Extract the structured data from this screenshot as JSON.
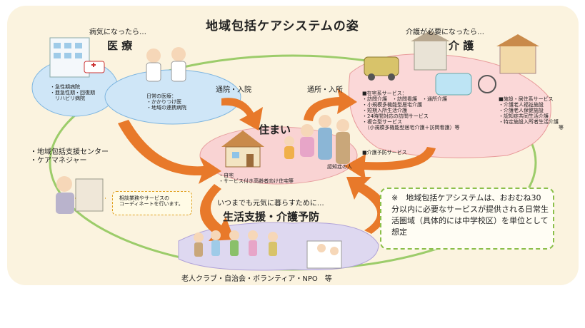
{
  "title": "地域包括ケアシステムの姿",
  "medical": {
    "intro": "病気になったら…",
    "heading": "医 療",
    "hospital_list": [
      "・急性期病院",
      "・亜急性期・回復期",
      "　リハビリ病院"
    ],
    "daily_label": "日常の医療：",
    "daily_list": [
      "・かかりつけ医",
      "・地域の連携病院"
    ]
  },
  "care": {
    "intro": "介護が必要になったら…",
    "heading": "介 護",
    "home_heading": "■在宅系サービス：",
    "home_list": [
      "・訪問介護　・訪問看護　・通所介護",
      "・小規模多機能型居宅介護",
      "・短期入所生活介護",
      "・24時間対応の訪問サービス",
      "・複合型サービス",
      "　（小規模多機能型居宅介護＋訪問看護）等"
    ],
    "prevention_service": "■介護予防サービス",
    "facility_heading": "■施設・居住系サービス",
    "facility_list": [
      "・介護老人福祉施設",
      "・介護老人保健施設",
      "・認知症共同生活介護",
      "・特定施設入所者生活介護",
      "　　　　　　　　　　　　等"
    ]
  },
  "arrows": {
    "medical": "通院・入院",
    "care": "通所・入所"
  },
  "home": {
    "heading": "住まい",
    "list": [
      "・自宅",
      "・サービス付き高齢者向け住宅等"
    ],
    "dementia_label": "認知症の人"
  },
  "support_center": {
    "lines": [
      "・地域包括支援センター",
      "・ケアマネジャー"
    ],
    "bubble": [
      "相談業務やサービスの",
      "コーディネートを行います。"
    ]
  },
  "living": {
    "intro": "いつまでも元気に暮らすために…",
    "heading": "生活支援・介護予防",
    "footer": "老人クラブ・自治会・ボランティア・NPO　等"
  },
  "note": "※　地域包括ケアシステムは、おおむね30分以内に必要なサービスが提供される日常生活圏域（具体的には中学校区）を単位として想定",
  "colors": {
    "medical_blob": "#cfe6f7",
    "care_blob": "#fbd8d8",
    "home_blob": "#f9d3d3",
    "living_blob": "#ded8f0",
    "arrow": "#e8792a",
    "ring": "#9ccc6a",
    "background": "#fbf3df"
  }
}
